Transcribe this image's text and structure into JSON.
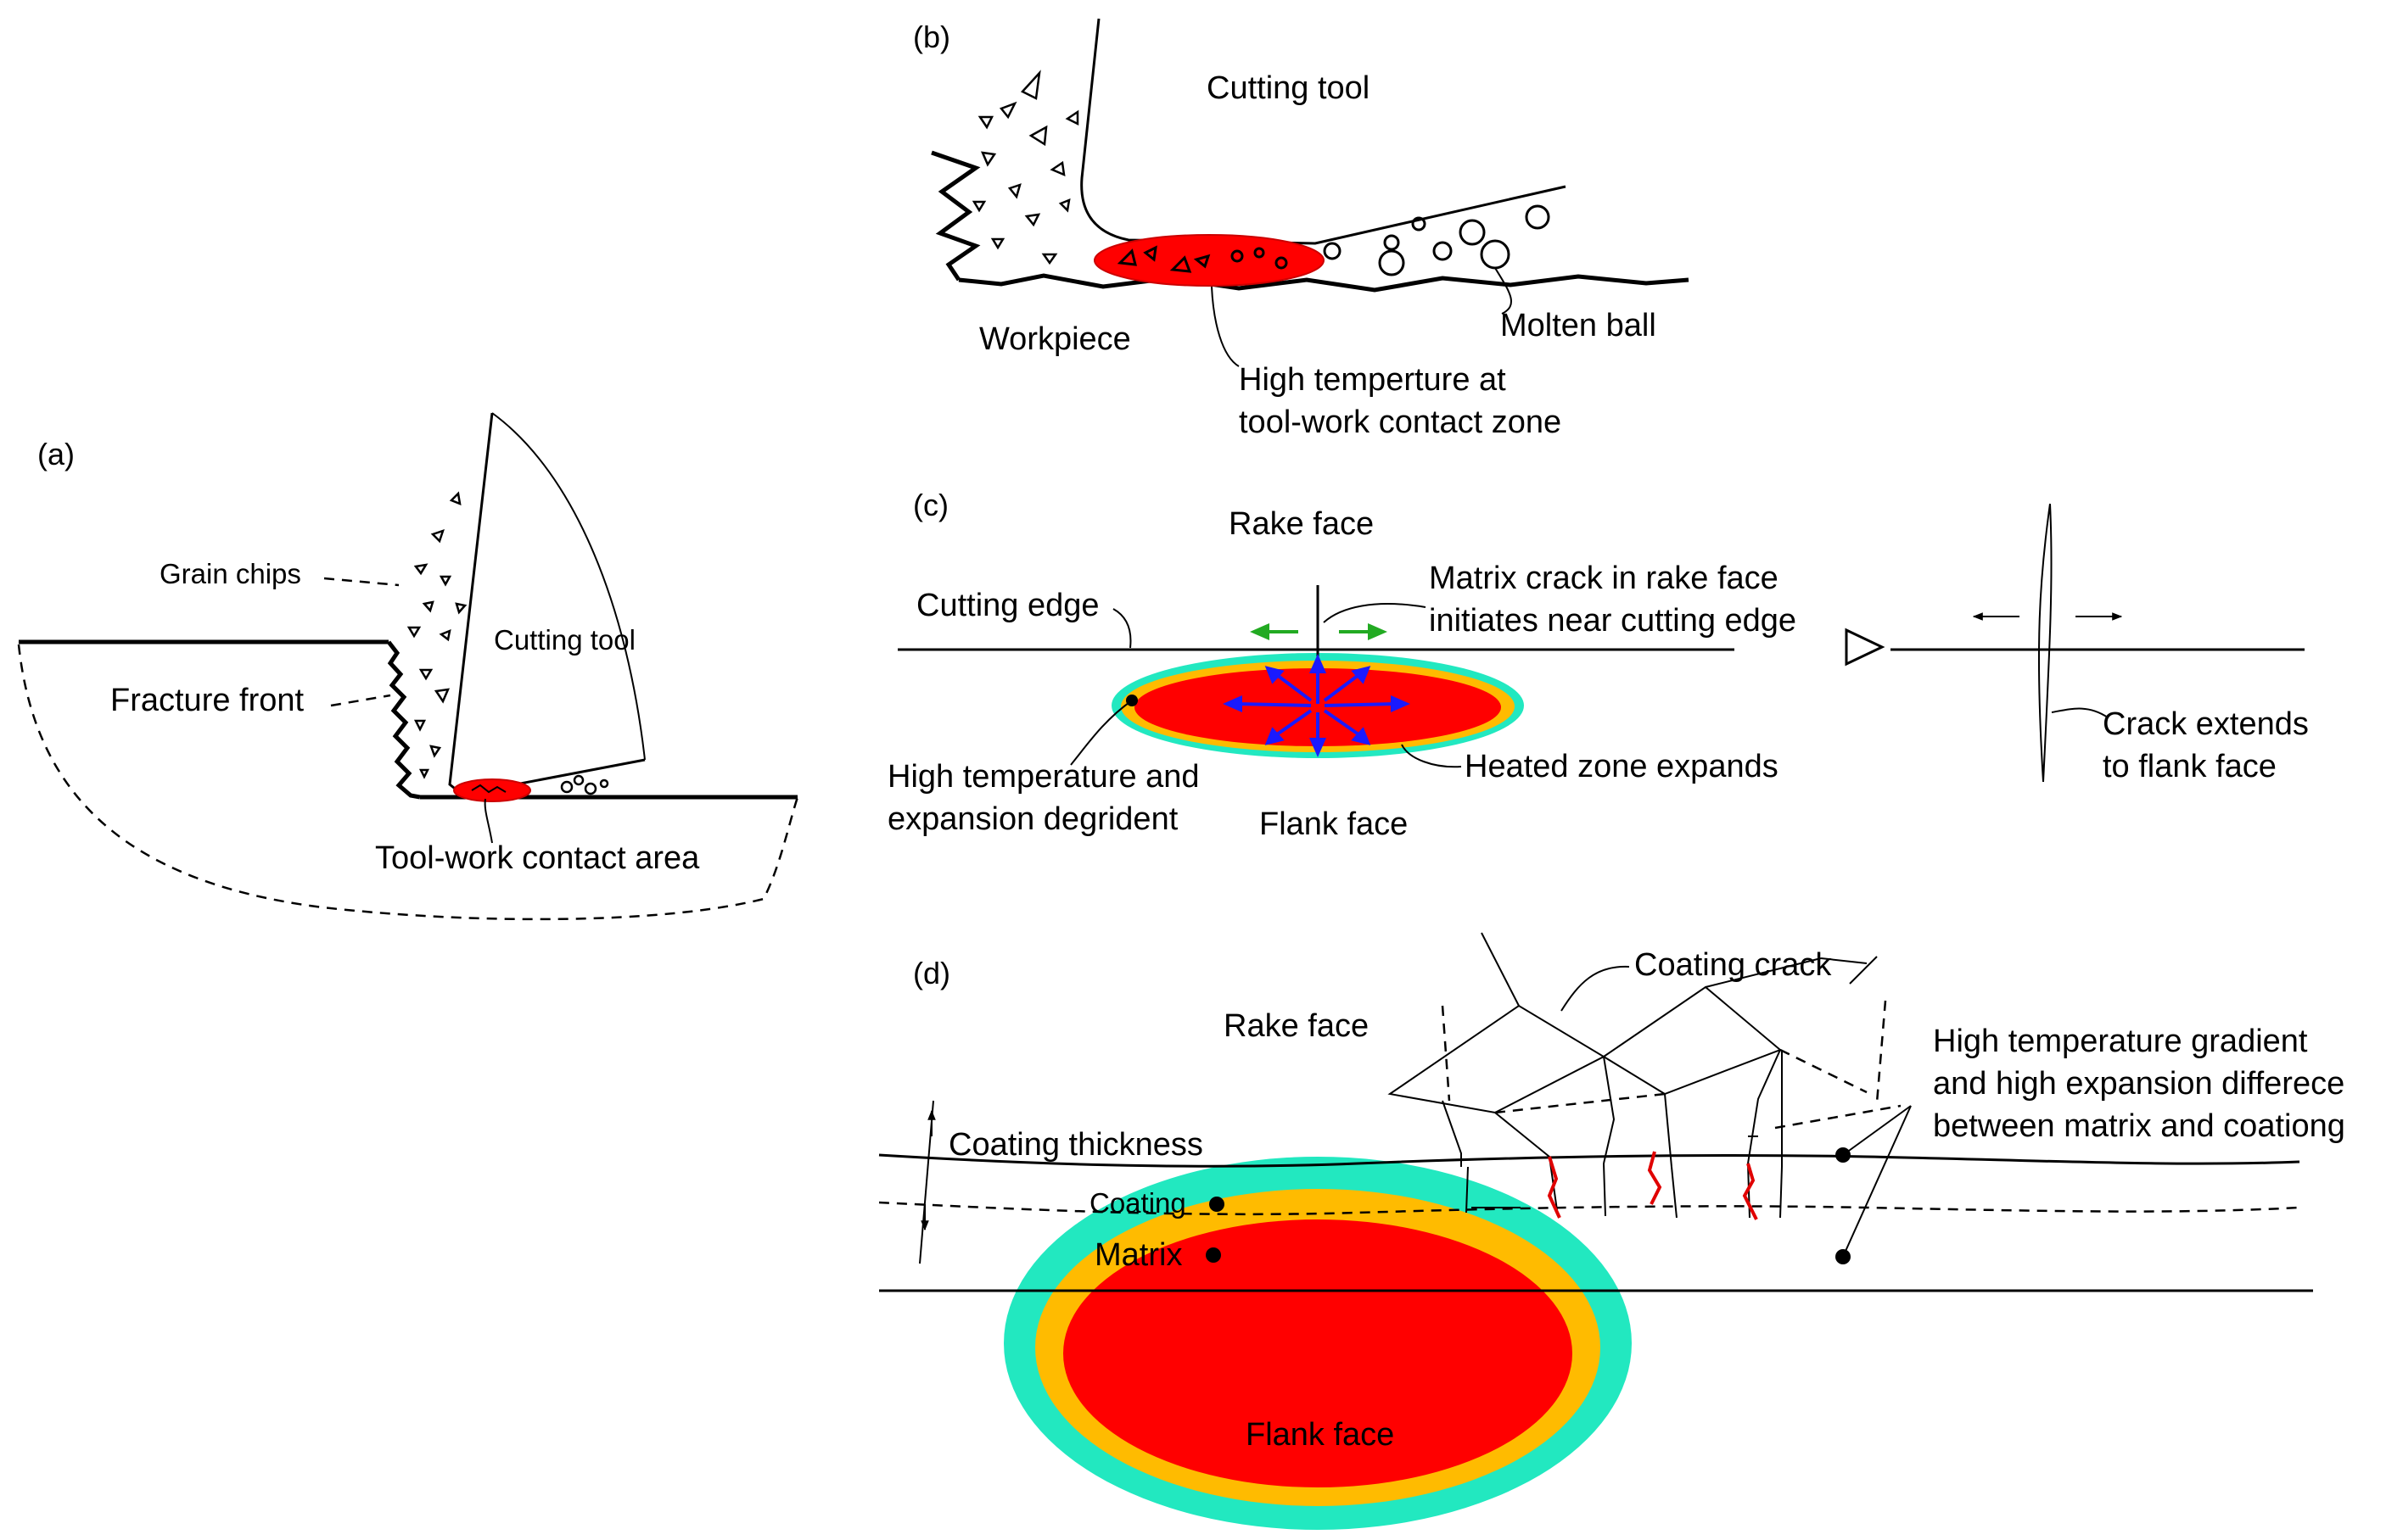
{
  "colors": {
    "hot_zone": "#ff0000",
    "expansion_zone": "#ffbb00",
    "coating_zone": "#22e8c0",
    "expansion_arrows": "#1a1aff",
    "crack_arrows": "#22aa22"
  },
  "panel_a": {
    "tag": "(a)",
    "grain_chips": "Grain chips",
    "cutting_tool": "Cutting tool",
    "fracture_front": "Fracture front",
    "contact_area": "Tool-work contact area"
  },
  "panel_b": {
    "tag": "(b)",
    "cutting_tool": "Cutting tool",
    "workpiece": "Workpiece",
    "molten_ball": "Molten ball",
    "high_temp_line1": "High temperture at",
    "high_temp_line2": "tool-work contact zone"
  },
  "panel_c": {
    "tag": "(c)",
    "rake_face": "Rake face",
    "cutting_edge": "Cutting edge",
    "matrix_crack_line1": "Matrix crack in rake face",
    "matrix_crack_line2": "initiates near cutting edge",
    "high_temp_line1": "High temperature and",
    "high_temp_line2": "expansion degrident",
    "heated_zone": "Heated zone expands",
    "flank_face": "Flank face",
    "crack_extends_line1": "Crack extends",
    "crack_extends_line2": "to flank face"
  },
  "panel_d": {
    "tag": "(d)",
    "coating_crack": "Coating crack",
    "rake_face": "Rake face",
    "gradient_line1": "High temperature gradient",
    "gradient_line2": "and high expansion differece",
    "gradient_line3": "between matrix and coationg",
    "coating_thickness": "Coating thickness",
    "coating": "Coating",
    "matrix": "Matrix",
    "flank_face": "Flank face"
  }
}
